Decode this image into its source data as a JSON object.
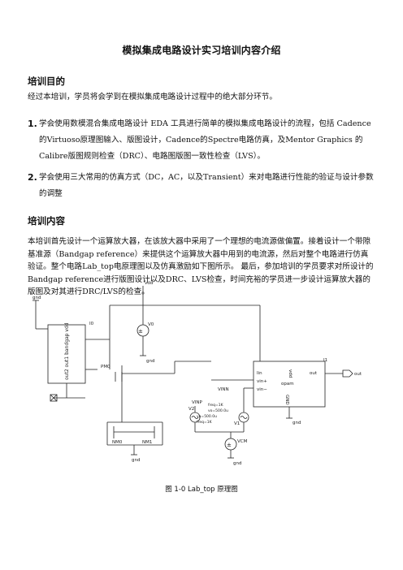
{
  "title": "模拟集成电路设计实习培训内容介绍",
  "section1": {
    "heading": "培训目的",
    "intro": "经过本培训，学员将会学到在模拟集成电路设计过程中的绝大部分环节。",
    "items": [
      {
        "num": "1.",
        "text": "学会使用数模混合集成电路设计 EDA 工具进行简单的模拟集成电路设计的流程，包括 Cadence的Virtuoso原理图输入、版图设计，Cadence的Spectre电路仿真，及Mentor Graphics 的Calibre版图规则检查（DRC）、电路图版图一致性检查（LVS）。"
      },
      {
        "num": "2.",
        "text": "学会使用三大常用的仿真方式（DC，AC，以及Transient）来对电路进行性能的验证与设计参数的调整"
      }
    ]
  },
  "section2": {
    "heading": "培训内容",
    "body": "本培训首先设计一个运算放大器，在该放大器中采用了一个理想的电流源做偏置。接着设计一个带隙基准源（Bandgap reference）来提供这个运算放大器中用到的电流源，然后对整个电路进行仿真验证。整个电路Lab_top电原理图以及仿真激励如下图所示。 最后，参加培训的学员要求对所设计的Bandgap reference进行版图设计以及DRC、LVS检查，时间充裕的学员进一步设计运算放大器的版图及对其进行DRC/LVS的检查。"
  },
  "schematic": {
    "labels": {
      "gnd": "gnd",
      "vdd": "vdd",
      "v0": "V0",
      "i1": "I1",
      "in": "Iin",
      "vinp": "vin+",
      "vinn": "vin−",
      "opam": "opam",
      "out_pin": "out",
      "out_net": "out",
      "gnd_pin": "GND",
      "vdd_pin": "vdd",
      "vinp_net": "VINP",
      "vinn_net": "VINN",
      "v2": "V2",
      "v1": "V1",
      "vcm": "VCM",
      "pm0": "PM0",
      "nm0": "NM0",
      "nm1": "NM1",
      "src_freq": "freq=1K",
      "src_vo": "vo=500.0u",
      "src_va": "va=500.0u",
      "src_freq2": "freq=1K",
      "bg_pins": "out2  out1  bandgap  vdd",
      "bg_name": "I0"
    }
  },
  "caption": "图 1-0 Lab_top 原理图"
}
